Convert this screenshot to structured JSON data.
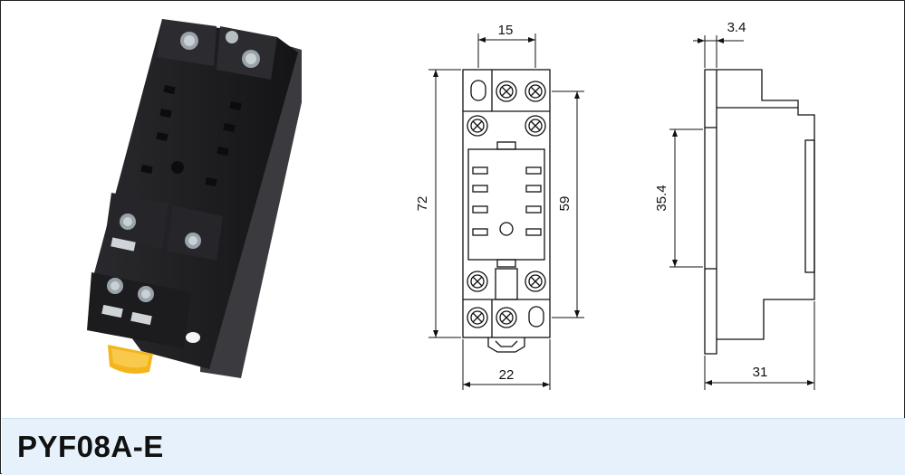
{
  "product": {
    "model": "PYF08A-E"
  },
  "front_view": {
    "dim_top_width": "15",
    "dim_height_total": "72",
    "dim_height_mount": "59",
    "dim_bottom_width": "22"
  },
  "side_view": {
    "dim_offset": "3.4",
    "dim_rail": "35.4",
    "dim_depth": "31"
  },
  "colors": {
    "footer_bg": "#e6f1fb",
    "socket_body": "#1f1f22",
    "clip": "#f2b51c"
  }
}
